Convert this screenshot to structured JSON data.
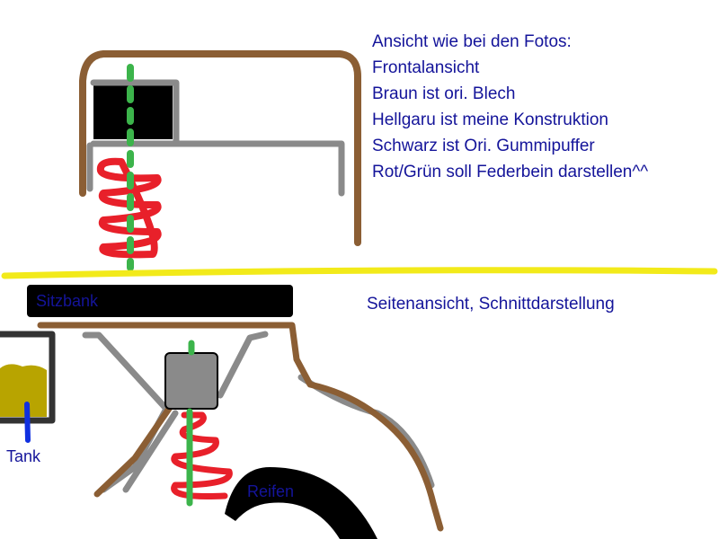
{
  "legend": {
    "lines": [
      "Ansicht wie bei den Fotos:",
      "Frontalansicht",
      "Braun ist ori. Blech",
      "Hellgaru ist meine Konstruktion",
      "Schwarz ist Ori. Gummipuffer",
      "Rot/Grün soll Federbein darstellen^^"
    ]
  },
  "side_view": {
    "title": "Seitenansicht, Schnittdarstellung",
    "seat_label": "Sitzbank",
    "tank_label": "Tank",
    "tire_label": "Reifen"
  },
  "colors": {
    "brown": "#8b5e34",
    "gray": "#8a8a8a",
    "black": "#000000",
    "red": "#e8202a",
    "green": "#3cb44b",
    "yellow": "#f2ea1a",
    "olive": "#b8a400",
    "text": "#14149a"
  }
}
